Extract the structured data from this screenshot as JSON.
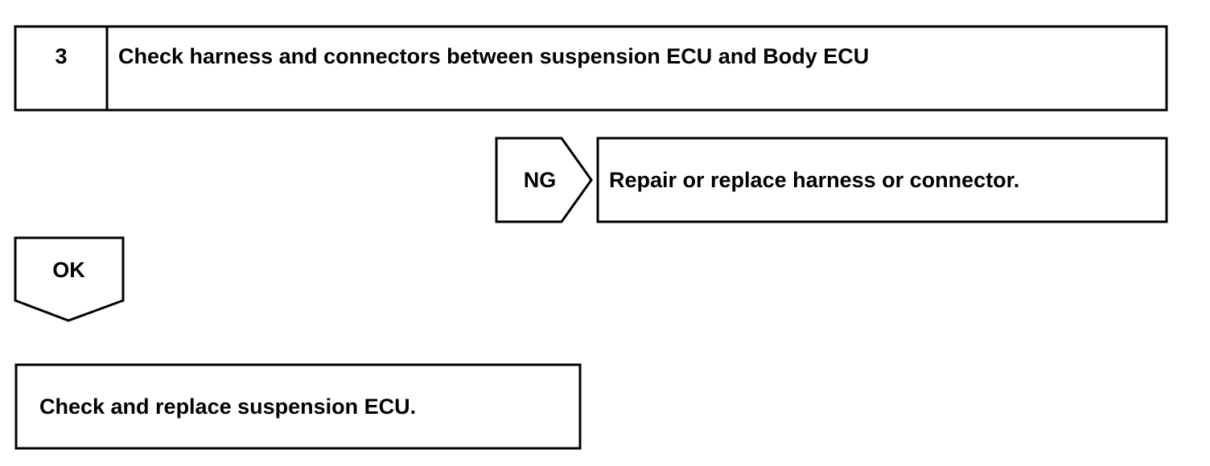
{
  "step": {
    "number": "3",
    "title": "Check harness and connectors between suspension ECU and Body ECU"
  },
  "ng_branch": {
    "label": "NG",
    "action": "Repair or replace harness or connector."
  },
  "ok_branch": {
    "label": "OK",
    "action": "Check and replace suspension ECU."
  },
  "colors": {
    "stroke": "#000000",
    "background": "#ffffff"
  }
}
